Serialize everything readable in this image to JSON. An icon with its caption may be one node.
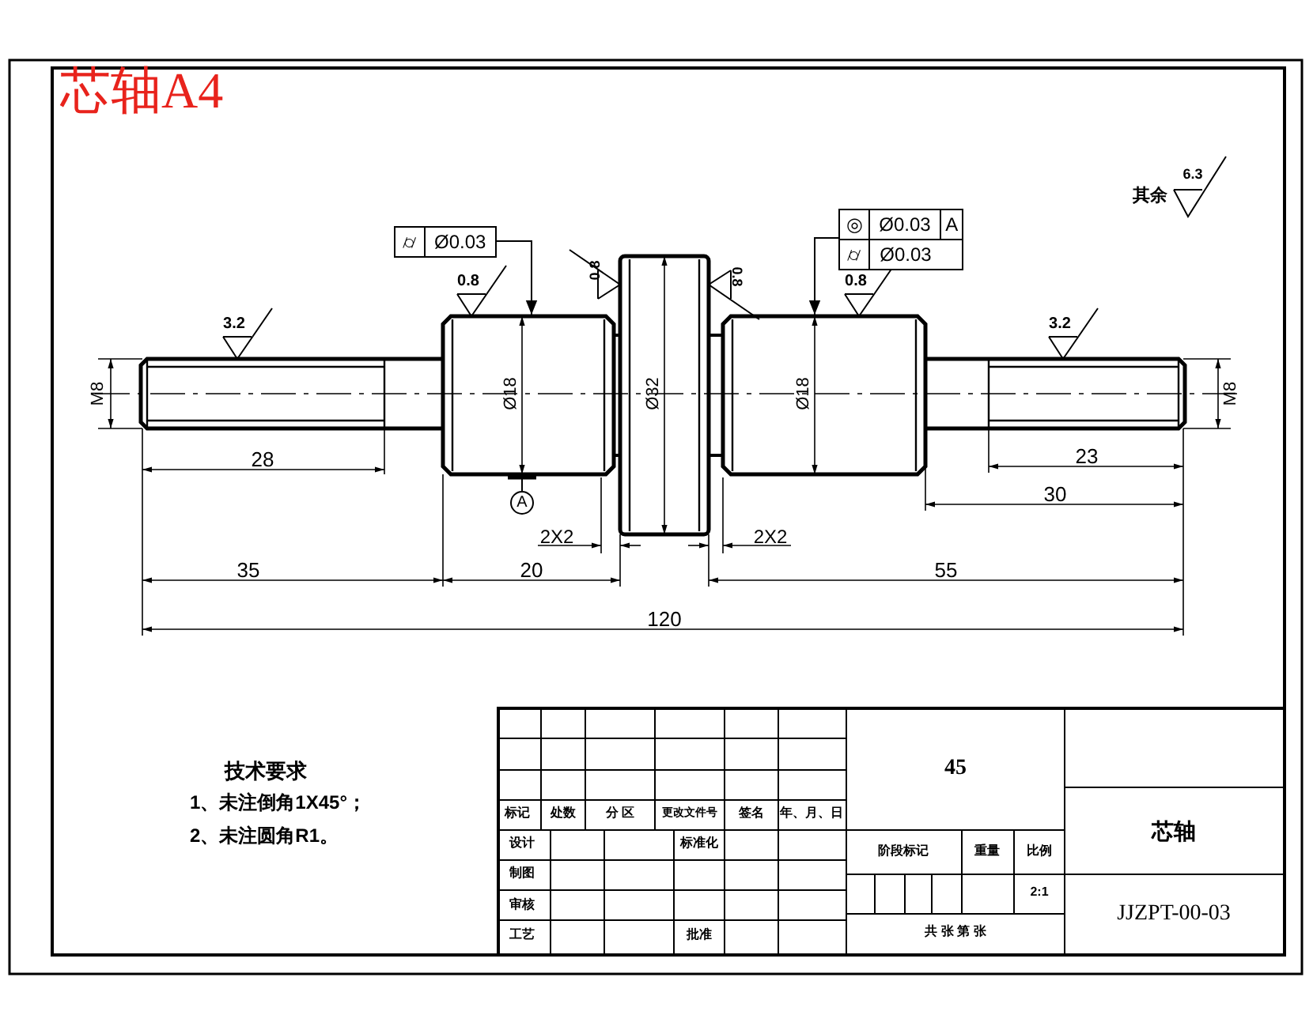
{
  "diagram": {
    "title": "芯轴A4",
    "nodes": [
      {
        "text": [
          "⌭",
          "Ø0.03"
        ]
      },
      {
        "text": [
          "◎",
          "Ø0.03",
          "A",
          "⌭",
          "Ø0.03"
        ]
      }
    ],
    "edges": [
      {
        "from": 0,
        "to": null,
        "arrow": "to"
      },
      {
        "from": 1,
        "to": null,
        "arrow": "to"
      }
    ],
    "labels": [
      "其余",
      "6.3",
      "0.8",
      "0.8",
      "0.8",
      "0.8",
      "3.2",
      "3.2",
      "M8",
      "Ø18",
      "Ø32",
      "Ø18",
      "M8",
      "28",
      "23",
      "A",
      "30",
      "2X2",
      "2X2",
      "35",
      "20",
      "55",
      "120",
      "技术要求",
      "1、未注倒角1X45°；",
      "2、未注圆角R1。",
      "45",
      "标记",
      "处数",
      "分 区",
      "更改文件号",
      "签名",
      "年、月、日",
      "芯轴",
      "设计",
      "标准化",
      "阶段标记",
      "重量",
      "比例",
      "制图",
      "2:1",
      "审核",
      "JJZPT-00-03",
      "工艺",
      "批准",
      "共 张 第 张"
    ]
  }
}
